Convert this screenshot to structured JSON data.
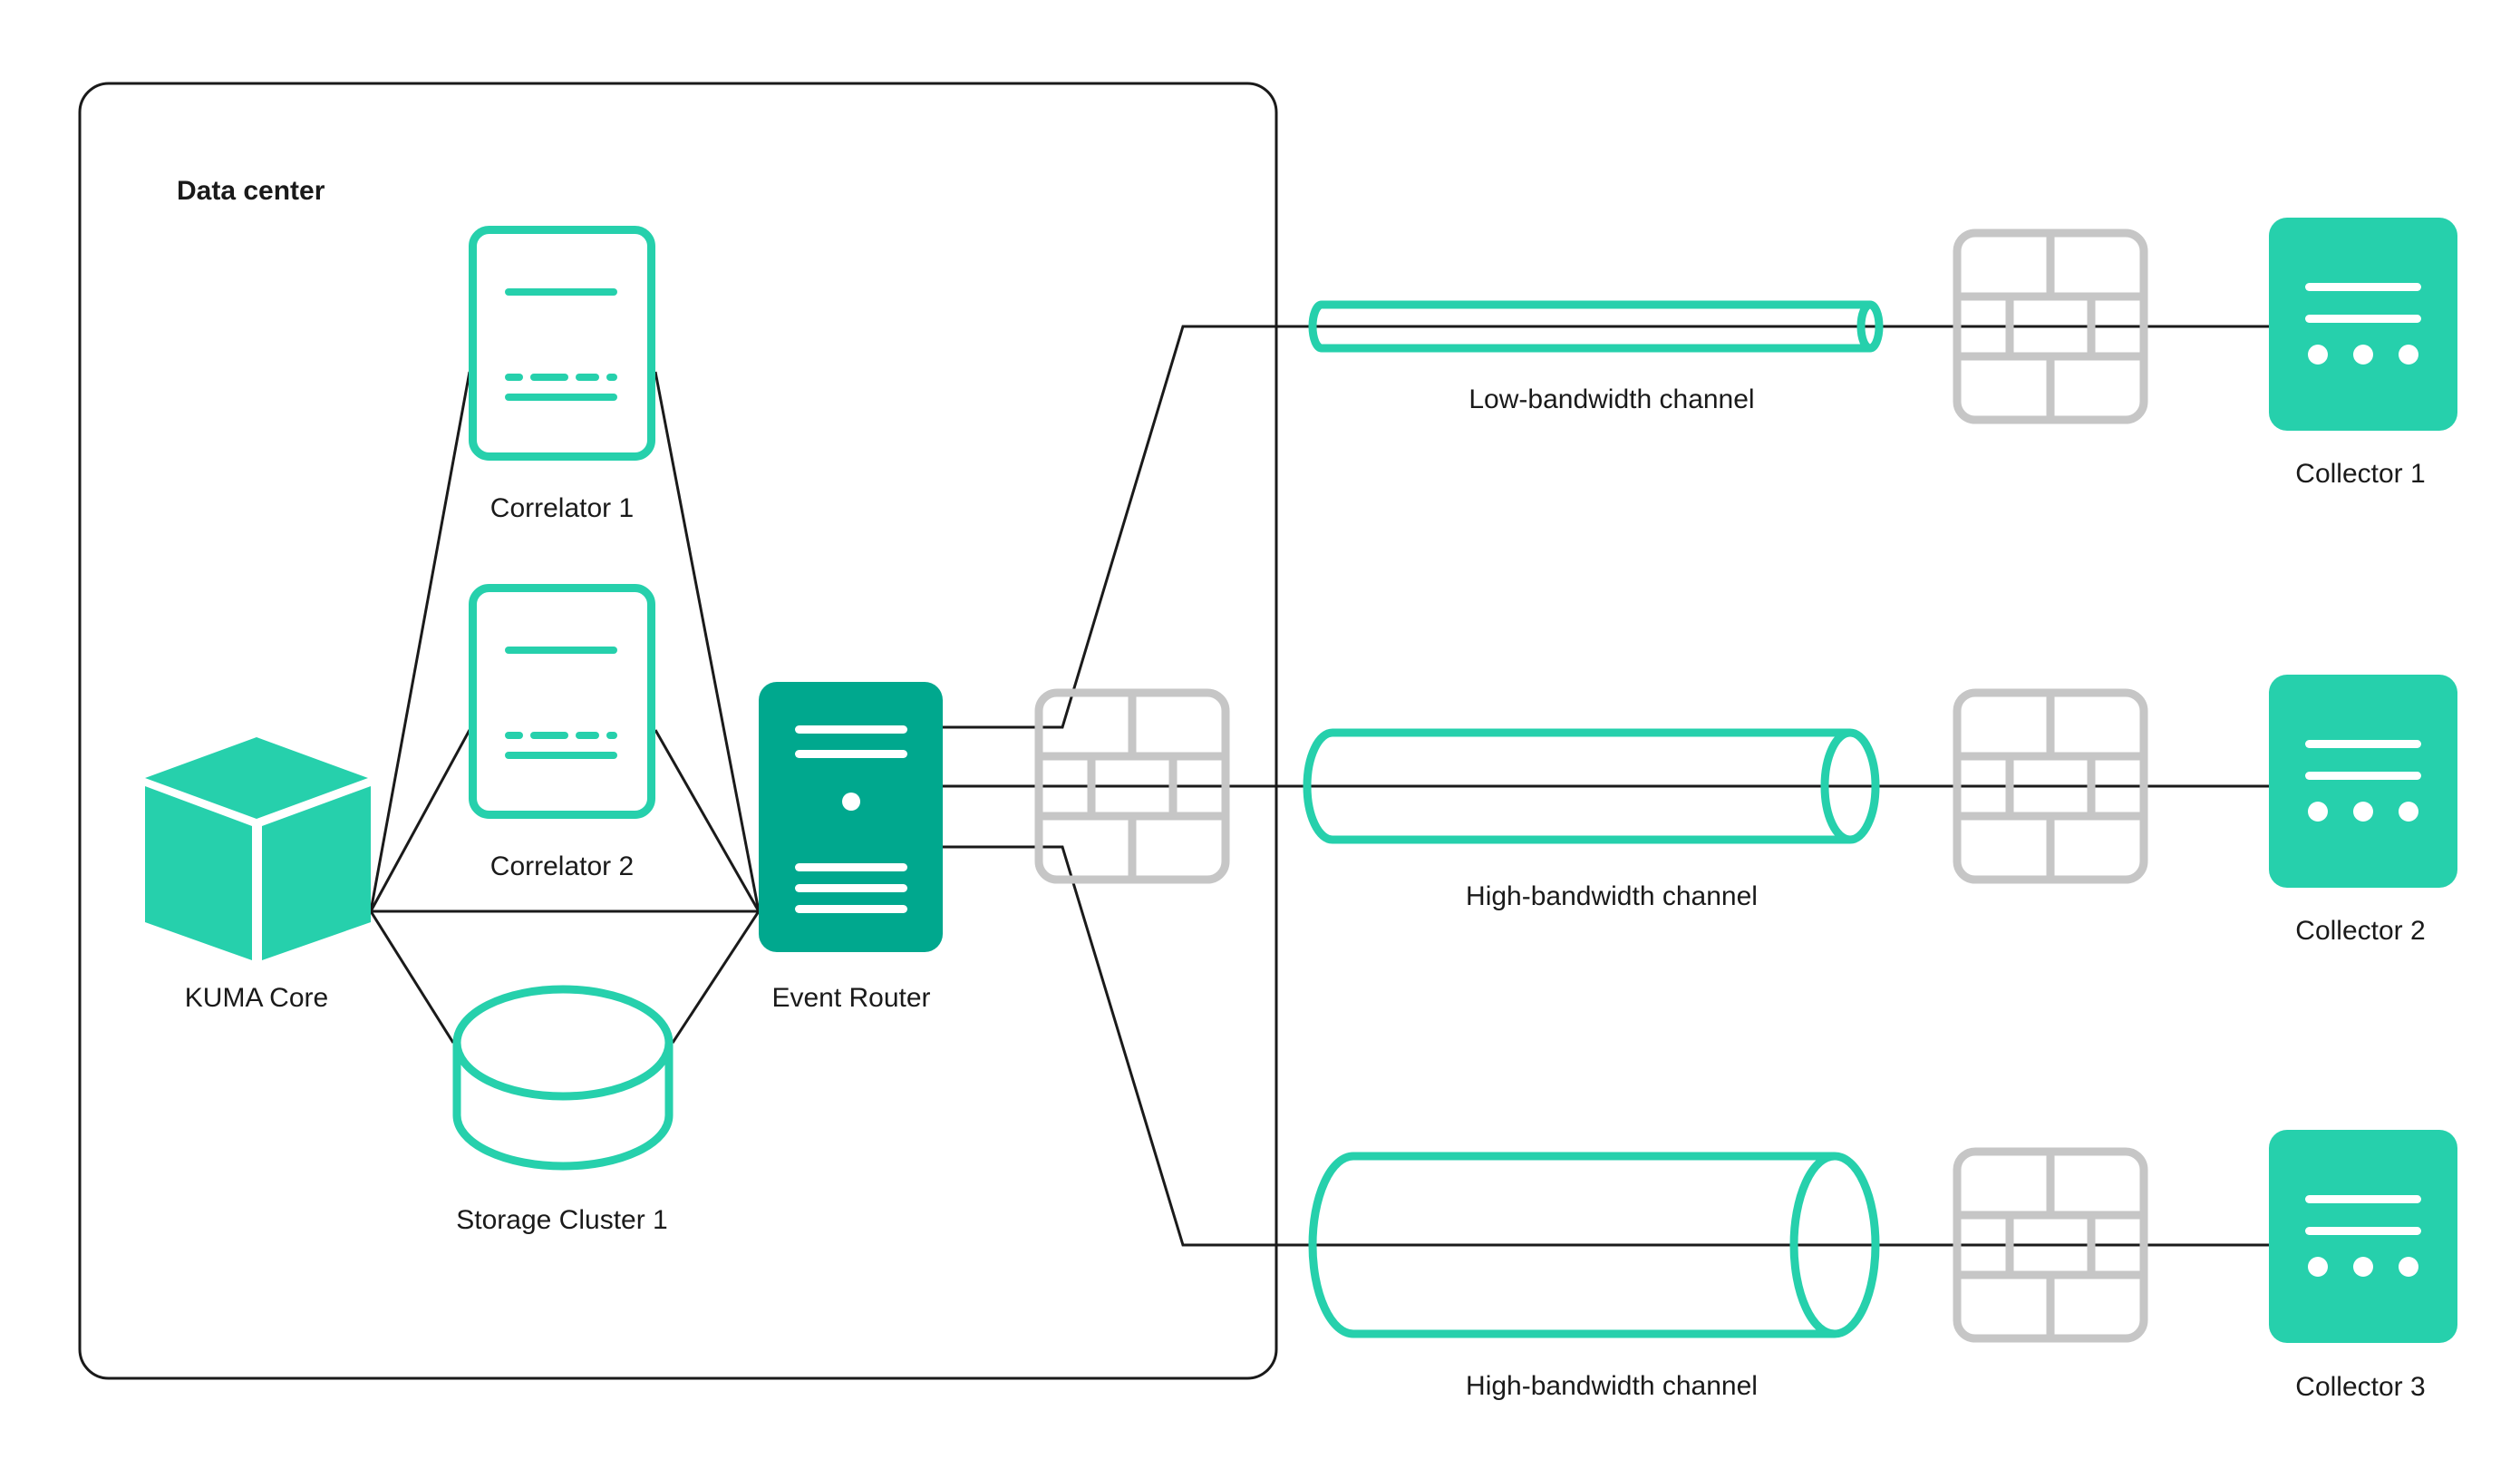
{
  "data_center": {
    "title": "Data center"
  },
  "nodes": {
    "kuma_core": "KUMA Core",
    "correlator_1": "Correlator 1",
    "correlator_2": "Correlator 2",
    "storage_cluster_1": "Storage Cluster 1",
    "event_router": "Event Router"
  },
  "channels": [
    {
      "label": "Low-bandwidth channel"
    },
    {
      "label": "High-bandwidth channel"
    },
    {
      "label": "High-bandwidth channel"
    }
  ],
  "collectors": [
    {
      "label": "Collector 1"
    },
    {
      "label": "Collector 2"
    },
    {
      "label": "Collector 3"
    }
  ],
  "colors": {
    "accent": "#26d0ac",
    "accent_dark": "#00a88e",
    "firewall": "#c6c6c6",
    "line": "#1a1a1a"
  },
  "icons": {
    "kuma_core": "cube-icon",
    "correlator": "server-outline-icon",
    "storage": "database-cylinder-icon",
    "event_router": "server-tower-icon",
    "firewall": "firewall-brick-icon",
    "collector": "collector-server-icon"
  }
}
